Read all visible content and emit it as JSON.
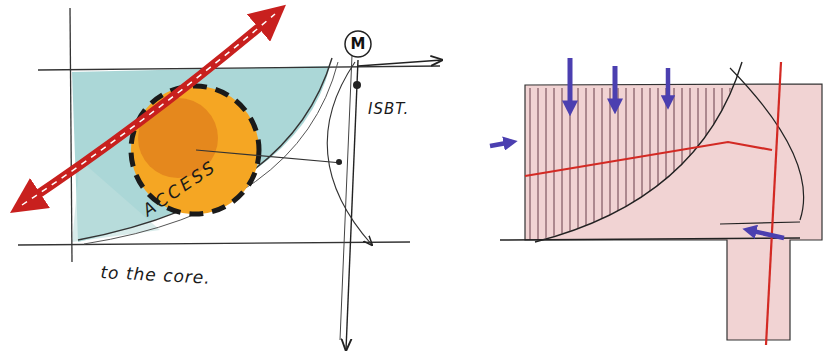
{
  "diagram": {
    "nodes": [
      {
        "text": [
          "M"
        ]
      }
    ],
    "labels": [
      "ACCESS",
      "to the core.",
      "ISBT."
    ]
  }
}
